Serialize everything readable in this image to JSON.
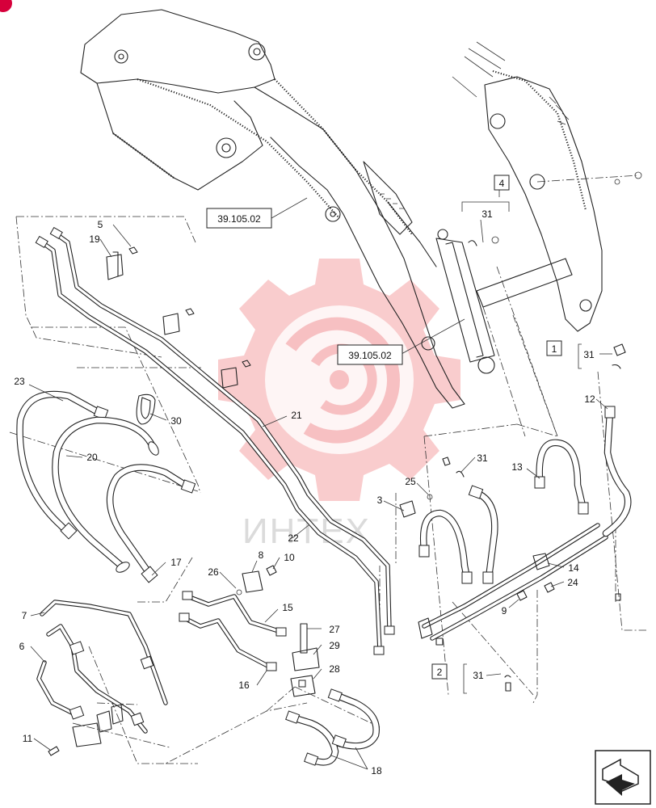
{
  "watermark": {
    "text": "ИНТЕХ",
    "color": "#e8474c"
  },
  "reference_boxes": [
    "39.105.02",
    "39.105.02"
  ],
  "group_boxes": [
    "1",
    "2",
    "4"
  ],
  "callouts": [
    "1",
    "2",
    "3",
    "4",
    "5",
    "6",
    "7",
    "8",
    "9",
    "10",
    "11",
    "12",
    "13",
    "14",
    "15",
    "16",
    "17",
    "18",
    "19",
    "20",
    "21",
    "22",
    "23",
    "24",
    "25",
    "26",
    "27",
    "28",
    "29",
    "30",
    "31",
    "31",
    "31",
    "31"
  ],
  "icons": {
    "corner": "page-turn-arrow-icon",
    "badge": "red-badge"
  },
  "colors": {
    "line": "#222222",
    "watermark": "#e8474c",
    "badge": "#d6003b"
  }
}
